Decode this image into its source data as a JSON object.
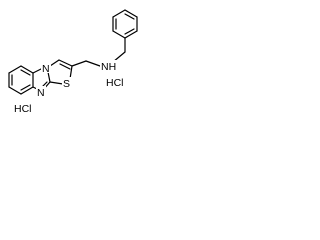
{
  "atoms": {
    "n_imidazole": "N",
    "n_bridgehead": "N",
    "s_thiazole": "S",
    "nh_amine": "NH"
  },
  "salts": {
    "hcl_left": "HCl",
    "hcl_right": "HCl"
  },
  "colors": {
    "bond": "#000000",
    "background": "#ffffff"
  }
}
